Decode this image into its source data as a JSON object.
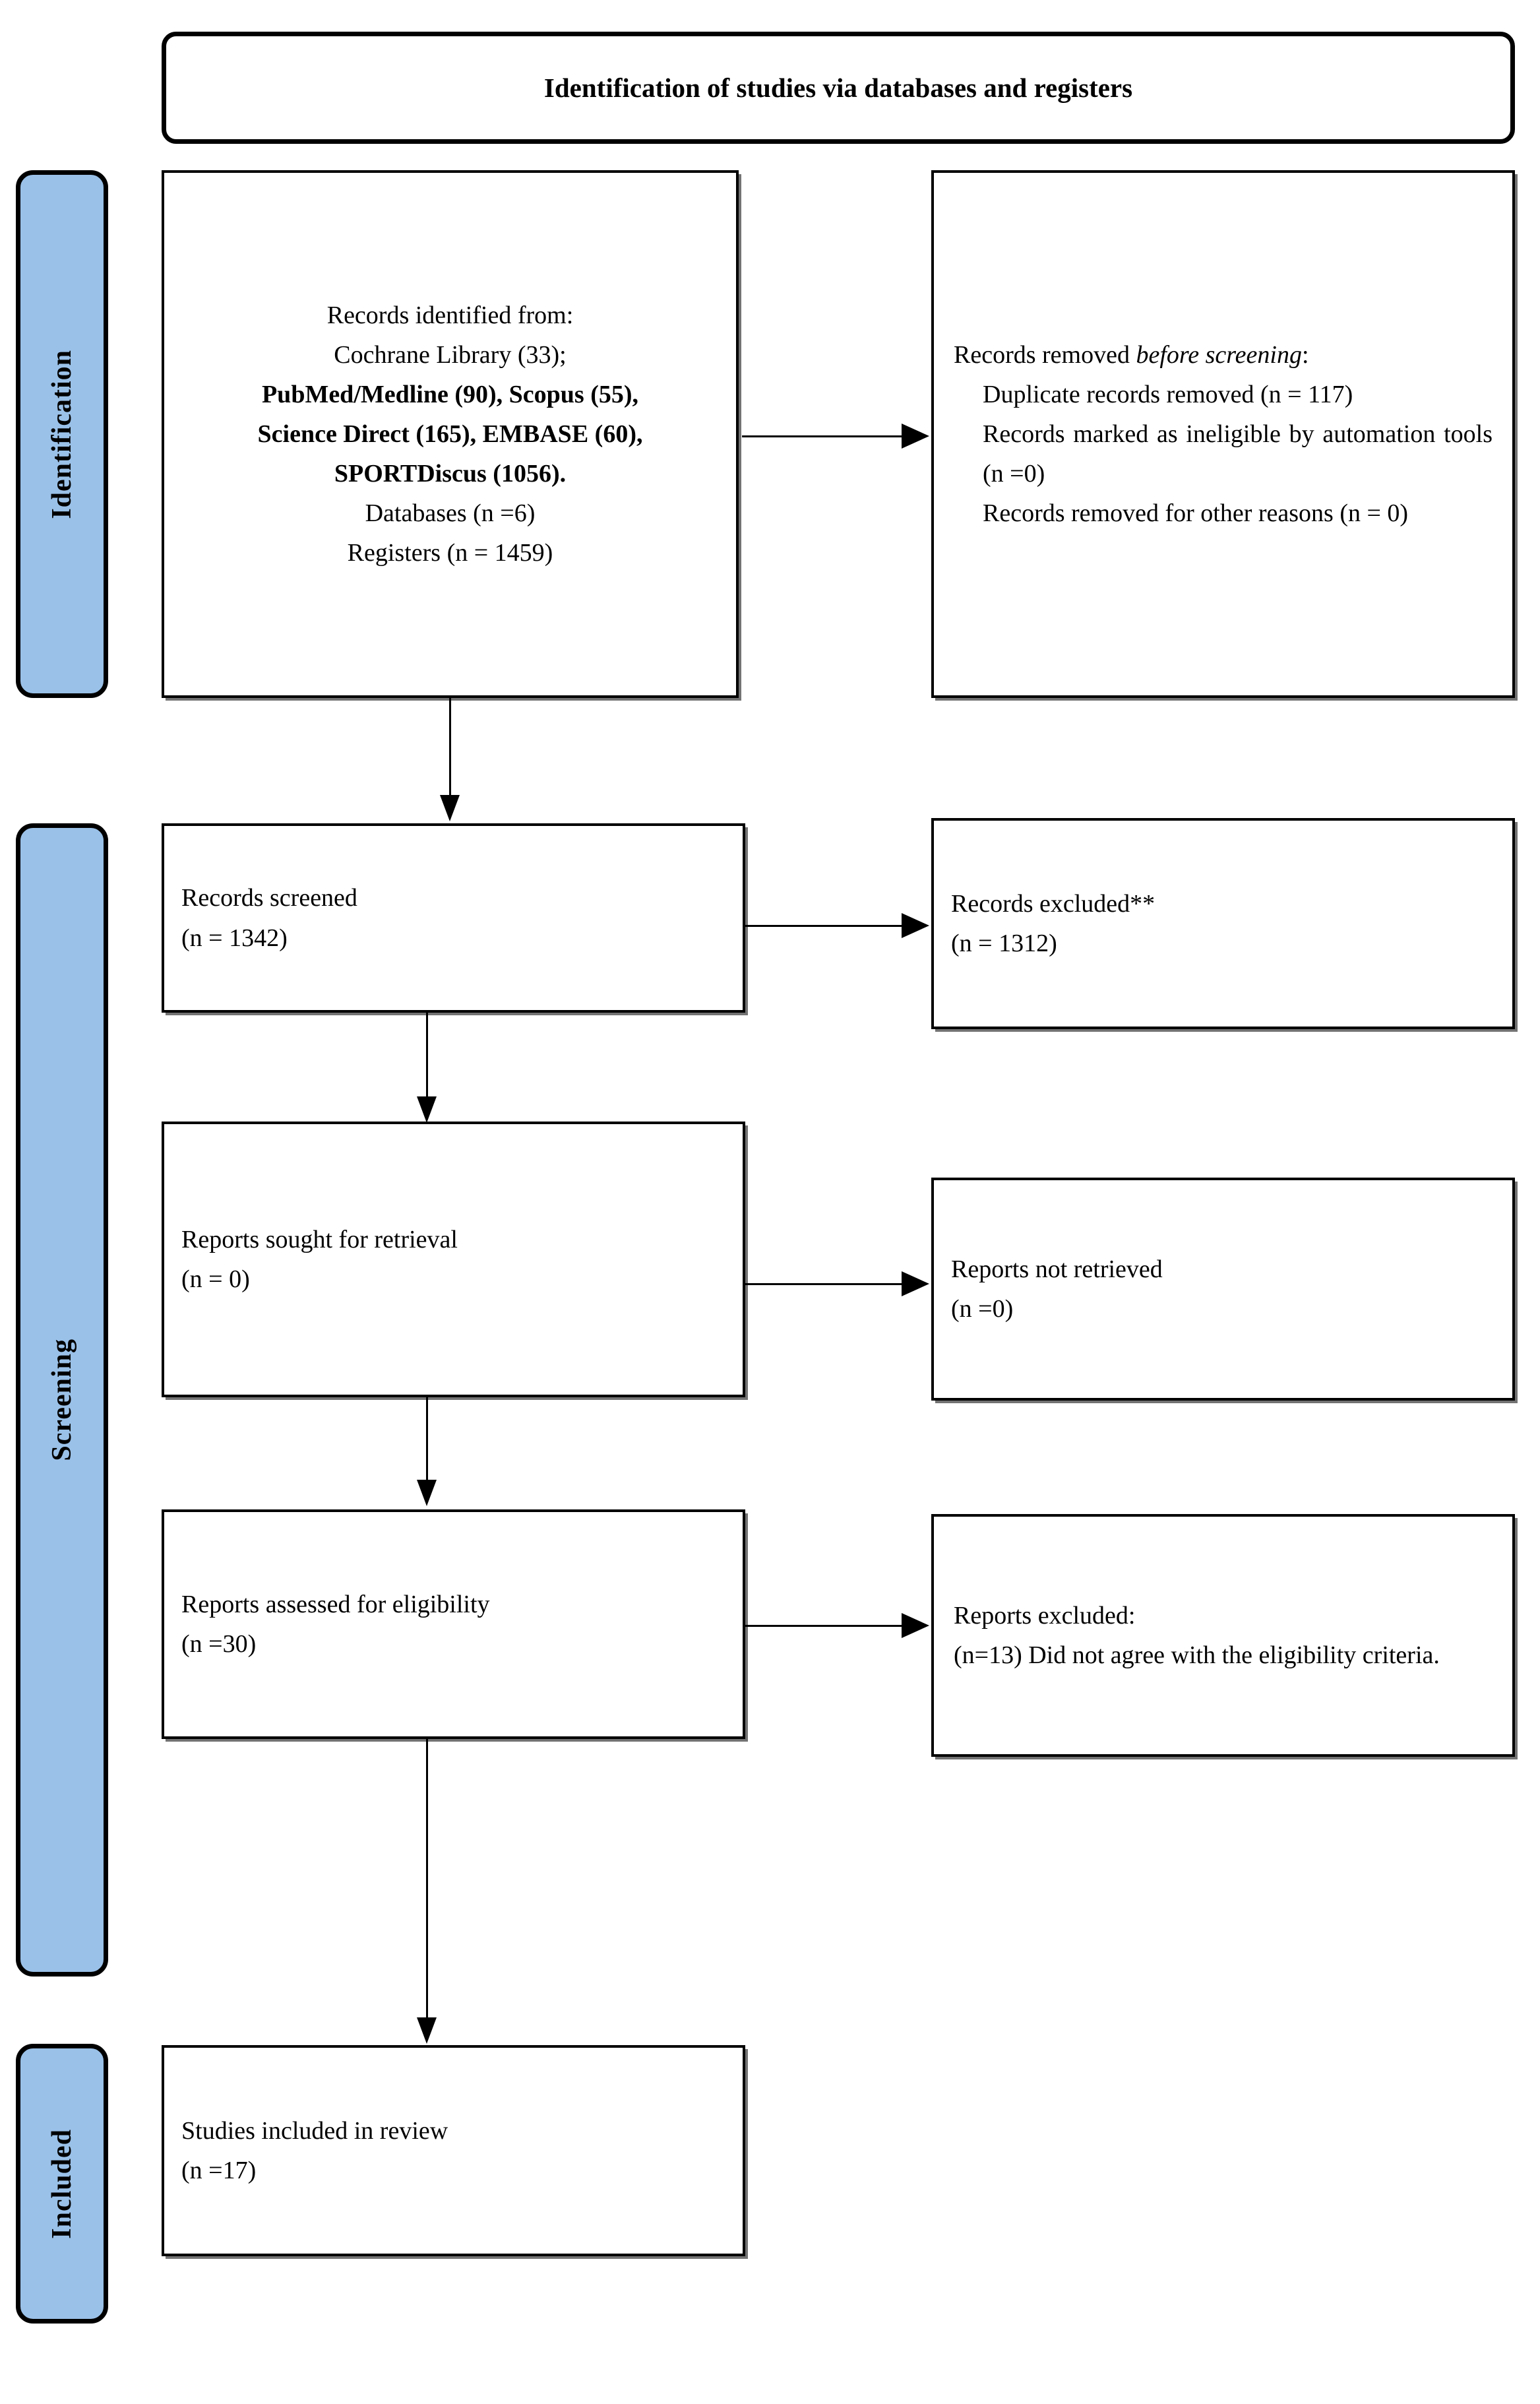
{
  "figure": {
    "type": "prisma-flow-diagram",
    "title": "Identification of studies via databases and registers",
    "accent_color": "#9AC1E8",
    "border_color": "#000000",
    "background_color": "#FFFFFF"
  },
  "stages": [
    {
      "id": "identification",
      "label": "Identification"
    },
    {
      "id": "screening",
      "label": "Screening"
    },
    {
      "id": "included",
      "label": "Included"
    }
  ],
  "boxes": {
    "records_identified": {
      "heading": "Records identified from:",
      "lines": [
        "Cochrane Library (33);",
        "PubMed/Medline (90), Scopus (55),",
        "Science Direct (165), EMBASE (60),",
        "SPORTDiscus (1056).",
        "Databases (n =6)",
        "Registers (n = 1459)"
      ],
      "bold_lines": [
        "PubMed/Medline (90), Scopus (55),",
        "Science Direct (165), EMBASE (60),",
        "SPORTDiscus (1056)."
      ]
    },
    "records_removed": {
      "heading_prefix": "Records removed ",
      "heading_italic": "before screening",
      "heading_suffix": ":",
      "lines": [
        "Duplicate records removed (n = 117)",
        "Records marked as ineligible by automation tools (n =0)",
        "Records removed for other reasons (n = 0)"
      ]
    },
    "records_screened": {
      "label": "Records screened",
      "count": "(n = 1342)"
    },
    "records_excluded": {
      "label": "Records excluded**",
      "count": "(n = 1312)"
    },
    "reports_sought": {
      "label": "Reports sought for retrieval",
      "count": "(n = 0)"
    },
    "reports_not_retrieved": {
      "label": "Reports not retrieved",
      "count": "(n =0)"
    },
    "reports_assessed": {
      "label": "Reports assessed for eligibility",
      "count": "(n =30)"
    },
    "reports_excluded": {
      "label": "Reports excluded:",
      "reason": "(n=13) Did not agree with the eligibility criteria."
    },
    "studies_included": {
      "label": "Studies included in review",
      "count": "(n =17)"
    }
  }
}
